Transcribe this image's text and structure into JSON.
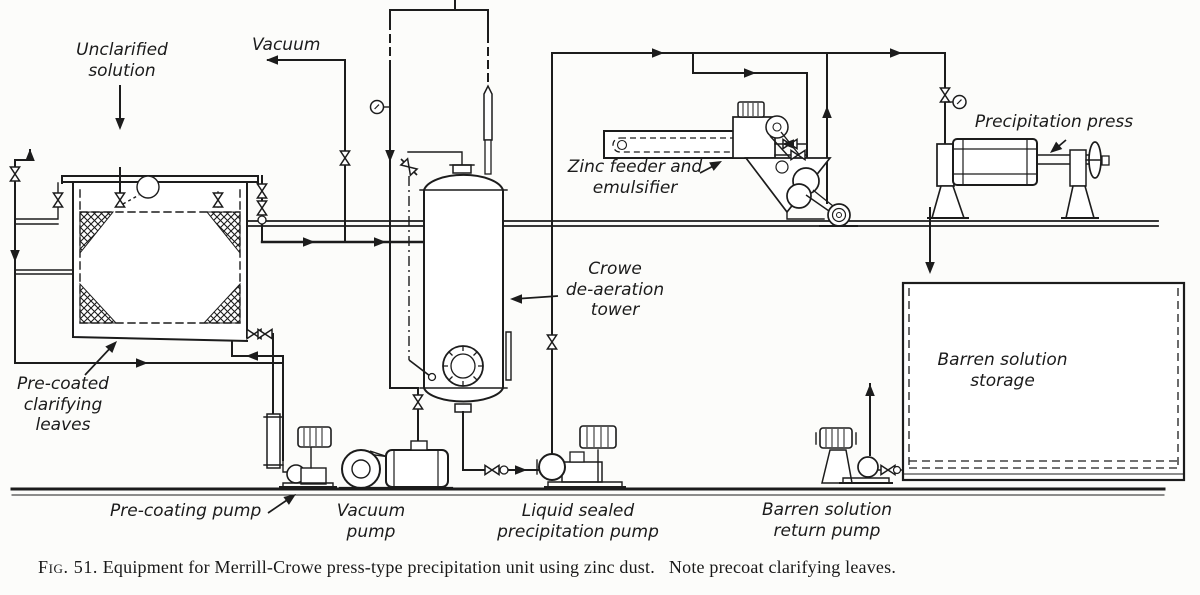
{
  "figure": {
    "caption": {
      "label": "Fig. 51.",
      "text": "Equipment for Merrill-Crowe press-type precipitation unit using zinc dust.",
      "note": "Note precoat clarifying leaves."
    }
  },
  "labels": {
    "unclarified_solution": "Unclarified\nsolution",
    "vacuum": "Vacuum",
    "zinc_feeder": "Zinc feeder and\nemulsifier",
    "crowe_tower": "Crowe\nde-aeration\ntower",
    "precipitation_press": "Precipitation press",
    "barren_storage": "Barren solution\nstorage",
    "precoated_leaves": "Pre-coated\nclarifying\nleaves",
    "precoating_pump": "Pre-coating pump",
    "vacuum_pump": "Vacuum\npump",
    "liquid_sealed_pump": "Liquid sealed\nprecipitation pump",
    "barren_return_pump": "Barren solution\nreturn pump"
  },
  "colors": {
    "ink": "#1c1c1c",
    "paper": "#fcfcfa"
  }
}
